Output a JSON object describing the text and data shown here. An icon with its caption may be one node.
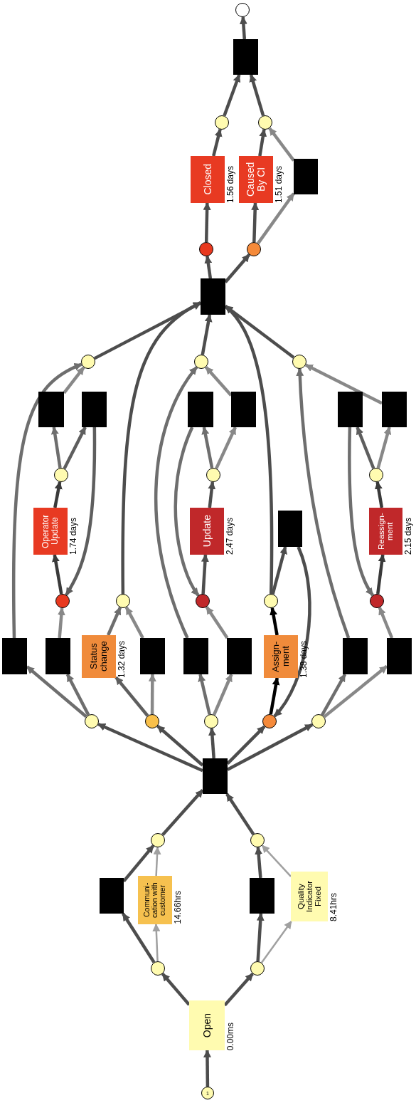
{
  "diagram": {
    "nodes": [
      {
        "text": [
          "1"
        ]
      },
      {
        "text": [
          "Open"
        ],
        "beside": [
          "0.00ms"
        ]
      },
      {
        "text": [],
        "shape": "circle"
      },
      {
        "text": [],
        "shape": "circle"
      },
      {
        "text": [],
        "shape": "box"
      },
      {
        "text": [
          "Communi- cation with customer"
        ],
        "beside": [
          "14.66hrs"
        ]
      },
      {
        "text": [],
        "shape": "box"
      },
      {
        "text": [
          "Quality Indicator Fixed"
        ],
        "beside": [
          "8.41hrs"
        ]
      },
      {
        "text": [],
        "shape": "circle"
      },
      {
        "text": [],
        "shape": "circle"
      },
      {
        "text": [],
        "shape": "box"
      },
      {
        "text": [],
        "shape": "circle"
      },
      {
        "text": [],
        "shape": "circle"
      },
      {
        "text": [],
        "shape": "circle"
      },
      {
        "text": [],
        "shape": "circle"
      },
      {
        "text": [],
        "shape": "circle"
      },
      {
        "text": [],
        "shape": "box"
      },
      {
        "text": [],
        "shape": "box"
      },
      {
        "text": [
          "Status change"
        ],
        "beside": [
          "1.32 days"
        ]
      },
      {
        "text": [],
        "shape": "box"
      },
      {
        "text": [],
        "shape": "box"
      },
      {
        "text": [],
        "shape": "box"
      },
      {
        "text": [
          "Assign- ment"
        ],
        "beside": [
          "1.38 days"
        ]
      },
      {
        "text": [],
        "shape": "box"
      },
      {
        "text": [],
        "shape": "box"
      },
      {
        "text": [],
        "shape": "circle"
      },
      {
        "text": [],
        "shape": "circle"
      },
      {
        "text": [],
        "shape": "circle"
      },
      {
        "text": [],
        "shape": "circle"
      },
      {
        "text": [],
        "shape": "circle"
      },
      {
        "text": [
          "Operator Update"
        ],
        "beside": [
          "1.74 days"
        ]
      },
      {
        "text": [
          "Update"
        ],
        "beside": [
          "2.47 days"
        ]
      },
      {
        "text": [],
        "shape": "box"
      },
      {
        "text": [
          "Reassign- ment"
        ],
        "beside": [
          "2.15 days"
        ]
      },
      {
        "text": [],
        "shape": "circle"
      },
      {
        "text": [],
        "shape": "circle"
      },
      {
        "text": [],
        "shape": "circle"
      },
      {
        "text": [],
        "shape": "box"
      },
      {
        "text": [],
        "shape": "box"
      },
      {
        "text": [],
        "shape": "box"
      },
      {
        "text": [],
        "shape": "box"
      },
      {
        "text": [],
        "shape": "box"
      },
      {
        "text": [],
        "shape": "box"
      },
      {
        "text": [],
        "shape": "circle"
      },
      {
        "text": [],
        "shape": "circle"
      },
      {
        "text": [],
        "shape": "circle"
      },
      {
        "text": [],
        "shape": "box"
      },
      {
        "text": [],
        "shape": "circle"
      },
      {
        "text": [],
        "shape": "circle"
      },
      {
        "text": [
          "Closed"
        ],
        "beside": [
          "1.56 days"
        ]
      },
      {
        "text": [
          "Caused By CI"
        ],
        "beside": [
          "1.51 days"
        ]
      },
      {
        "text": [],
        "shape": "box"
      },
      {
        "text": [],
        "shape": "circle"
      },
      {
        "text": [],
        "shape": "circle"
      },
      {
        "text": [],
        "shape": "box"
      },
      {
        "text": [],
        "shape": "circle"
      }
    ],
    "edges": [
      {
        "from": 0,
        "to": 1,
        "arrow": "to"
      },
      {
        "from": 1,
        "to": 2,
        "arrow": "to"
      },
      {
        "from": 1,
        "to": 3,
        "arrow": "to"
      },
      {
        "from": 2,
        "to": 4,
        "arrow": "to"
      },
      {
        "from": 2,
        "to": 5,
        "arrow": "to",
        "color": "#a0a0a0"
      },
      {
        "from": 3,
        "to": 6,
        "arrow": "to"
      },
      {
        "from": 3,
        "to": 7,
        "arrow": "to",
        "color": "#a0a0a0"
      },
      {
        "from": 4,
        "to": 8,
        "arrow": "to"
      },
      {
        "from": 5,
        "to": 8,
        "arrow": "to",
        "color": "#a0a0a0"
      },
      {
        "from": 6,
        "to": 9,
        "arrow": "to"
      },
      {
        "from": 7,
        "to": 9,
        "arrow": "to",
        "color": "#a0a0a0"
      },
      {
        "from": 8,
        "to": 10,
        "arrow": "to"
      },
      {
        "from": 9,
        "to": 10,
        "arrow": "to"
      },
      {
        "from": 10,
        "to": 11,
        "arrow": "to"
      },
      {
        "from": 10,
        "to": 12,
        "arrow": "to"
      },
      {
        "from": 10,
        "to": 13,
        "arrow": "to"
      },
      {
        "from": 10,
        "to": 14,
        "arrow": "to"
      },
      {
        "from": 10,
        "to": 15,
        "arrow": "to"
      },
      {
        "from": 11,
        "to": 16,
        "arrow": "to",
        "color": "#6e6e6e"
      },
      {
        "from": 11,
        "to": 17,
        "arrow": "to",
        "color": "#6e6e6e"
      },
      {
        "from": 12,
        "to": 18,
        "arrow": "to",
        "color": "#5e5e5e"
      },
      {
        "from": 12,
        "to": 19,
        "arrow": "to",
        "color": "#888888"
      },
      {
        "from": 13,
        "to": 20,
        "arrow": "to",
        "color": "#6e6e6e"
      },
      {
        "from": 13,
        "to": 21,
        "arrow": "to",
        "color": "#888888"
      },
      {
        "from": 14,
        "to": 22,
        "arrow": "to",
        "color": "#000000"
      },
      {
        "from": 15,
        "to": 23,
        "arrow": "to",
        "color": "#6e6e6e"
      },
      {
        "from": 15,
        "to": 24,
        "arrow": "to",
        "color": "#888888"
      },
      {
        "from": 16,
        "to": 43,
        "arrow": "to",
        "color": "#6e6e6e"
      },
      {
        "from": 17,
        "to": 25,
        "arrow": "to",
        "color": "#888888"
      },
      {
        "from": 18,
        "to": 26,
        "arrow": "to",
        "color": "#6e6e6e"
      },
      {
        "from": 19,
        "to": 26,
        "arrow": "to",
        "color": "#888888"
      },
      {
        "from": 20,
        "to": 44,
        "arrow": "to",
        "color": "#6e6e6e"
      },
      {
        "from": 21,
        "to": 27,
        "arrow": "to",
        "color": "#888888"
      },
      {
        "from": 22,
        "to": 28,
        "arrow": "to",
        "color": "#000000"
      },
      {
        "from": 23,
        "to": 45,
        "arrow": "to",
        "color": "#6e6e6e"
      },
      {
        "from": 24,
        "to": 29,
        "arrow": "to",
        "color": "#888888"
      },
      {
        "from": 25,
        "to": 30,
        "arrow": "to",
        "color": "#3a3a3a"
      },
      {
        "from": 26,
        "to": 46,
        "arrow": "to"
      },
      {
        "from": 27,
        "to": 31,
        "arrow": "to"
      },
      {
        "from": 28,
        "to": 46,
        "arrow": "to"
      },
      {
        "from": 28,
        "to": 32,
        "arrow": "to"
      },
      {
        "from": 32,
        "to": 14,
        "arrow": "to"
      },
      {
        "from": 29,
        "to": 33,
        "arrow": "to",
        "color": "#3a3a3a"
      },
      {
        "from": 30,
        "to": 34,
        "arrow": "to",
        "color": "#3a3a3a"
      },
      {
        "from": 31,
        "to": 35,
        "arrow": "to"
      },
      {
        "from": 33,
        "to": 36,
        "arrow": "to",
        "color": "#3a3a3a"
      },
      {
        "from": 34,
        "to": 37,
        "arrow": "to",
        "color": "#6e6e6e"
      },
      {
        "from": 34,
        "to": 38,
        "arrow": "to",
        "color": "#5e5e5e"
      },
      {
        "from": 35,
        "to": 39,
        "arrow": "to",
        "color": "#6e6e6e"
      },
      {
        "from": 35,
        "to": 40,
        "arrow": "to",
        "color": "#888888"
      },
      {
        "from": 36,
        "to": 41,
        "arrow": "to",
        "color": "#5e5e5e"
      },
      {
        "from": 36,
        "to": 42,
        "arrow": "to",
        "color": "#888888"
      },
      {
        "from": 37,
        "to": 43,
        "arrow": "to",
        "color": "#888888"
      },
      {
        "from": 38,
        "to": 25,
        "arrow": "to",
        "color": "#5e5e5e"
      },
      {
        "from": 39,
        "to": 27,
        "arrow": "to",
        "color": "#6e6e6e"
      },
      {
        "from": 40,
        "to": 44,
        "arrow": "to",
        "color": "#888888"
      },
      {
        "from": 41,
        "to": 29,
        "arrow": "to",
        "color": "#6e6e6e"
      },
      {
        "from": 42,
        "to": 45,
        "arrow": "to",
        "color": "#888888"
      },
      {
        "from": 43,
        "to": 46,
        "arrow": "to"
      },
      {
        "from": 44,
        "to": 46,
        "arrow": "to"
      },
      {
        "from": 45,
        "to": 46,
        "arrow": "to"
      },
      {
        "from": 46,
        "to": 47,
        "arrow": "to"
      },
      {
        "from": 46,
        "to": 48,
        "arrow": "to"
      },
      {
        "from": 47,
        "to": 49,
        "arrow": "to"
      },
      {
        "from": 48,
        "to": 50,
        "arrow": "to"
      },
      {
        "from": 48,
        "to": 51,
        "arrow": "to",
        "color": "#888888"
      },
      {
        "from": 49,
        "to": 52,
        "arrow": "to"
      },
      {
        "from": 50,
        "to": 53,
        "arrow": "to"
      },
      {
        "from": 51,
        "to": 53,
        "arrow": "to",
        "color": "#888888"
      },
      {
        "from": 52,
        "to": 54,
        "arrow": "to"
      },
      {
        "from": 53,
        "to": 54,
        "arrow": "to"
      },
      {
        "from": 54,
        "to": 55,
        "arrow": "to"
      }
    ]
  }
}
